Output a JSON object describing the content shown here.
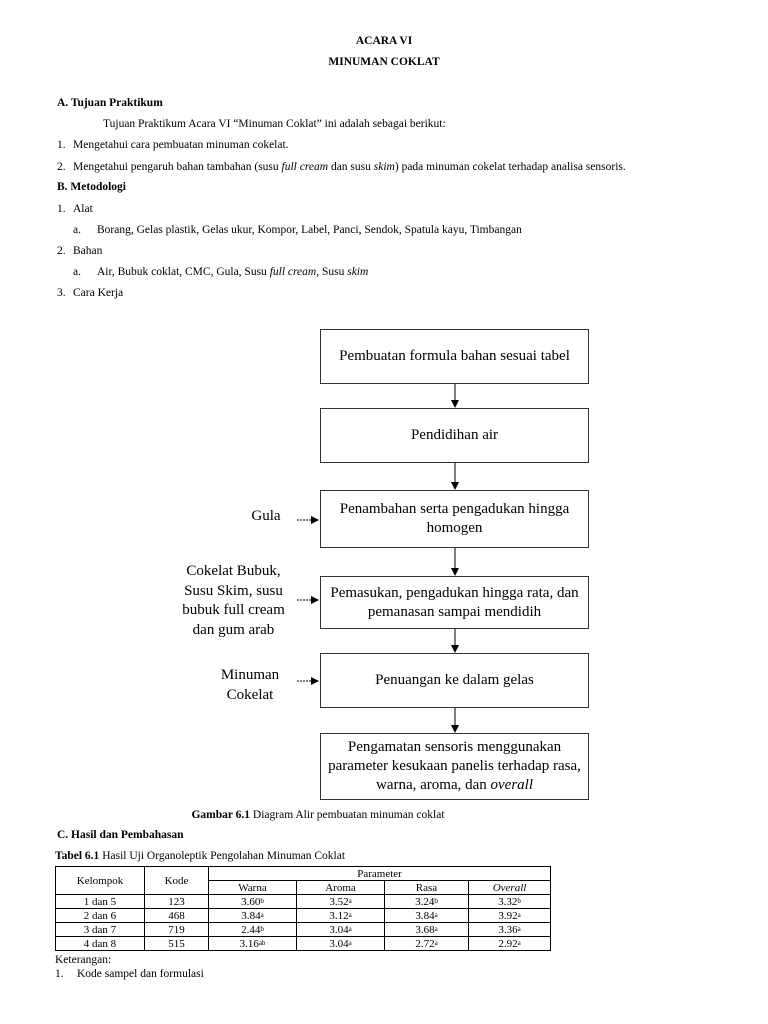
{
  "header": {
    "title": "ACARA VI",
    "subtitle": "MINUMAN COKLAT"
  },
  "section_a": {
    "heading": "A.  Tujuan Praktikum",
    "intro": "Tujuan Praktikum Acara VI “Minuman Coklat” ini adalah sebagai berikut:",
    "items": [
      {
        "num": "1.",
        "text": "Mengetahui cara pembuatan minuman cokelat."
      },
      {
        "num": "2.",
        "pre": "Mengetahui pengaruh bahan tambahan (susu ",
        "em1": "full cream",
        "mid": " dan susu ",
        "em2": "skim",
        "post": ") pada minuman cokelat terhadap analisa sensoris."
      }
    ]
  },
  "section_b": {
    "heading": "B.  Metodologi",
    "alat_num": "1.",
    "alat_label": "Alat",
    "alat_sub": "a.",
    "alat_text": "Borang, Gelas plastik, Gelas ukur, Kompor, Label, Panci, Sendok, Spatula kayu, Timbangan",
    "bahan_num": "2.",
    "bahan_label": "Bahan",
    "bahan_sub": "a.",
    "bahan_pre": "Air, Bubuk coklat, CMC, Gula, Susu ",
    "bahan_em1": "full cream,",
    "bahan_mid": " Susu ",
    "bahan_em2": "skim",
    "cara_num": "3.",
    "cara_label": "Cara Kerja"
  },
  "flowchart": {
    "boxes": [
      "Pembuatan formula bahan sesuai tabel",
      "Pendidihan air",
      "Penambahan serta pengadukan hingga homogen",
      "Pemasukan, pengadukan hingga rata, dan pemanasan sampai mendidih",
      "Penuangan ke dalam gelas"
    ],
    "last_box_pre": "Pengamatan sensoris menggunakan parameter kesukaan panelis terhadap rasa, warna, aroma, dan ",
    "last_box_em": "overall",
    "inputs": [
      "Gula",
      "Cokelat Bubuk, Susu Skim, susu bubuk full cream dan gum arab",
      "Minuman Cokelat"
    ],
    "caption_bold": "Gambar 6.1",
    "caption_text": " Diagram Alir pembuatan minuman coklat"
  },
  "section_c": {
    "heading": "C.  Hasil dan Pembahasan",
    "table_caption_bold": "Tabel 6.1",
    "table_caption_text": " Hasil Uji Organoleptik Pengolahan Minuman Coklat",
    "table": {
      "col_kelompok": "Kelompok",
      "col_kode": "Kode",
      "col_parameter": "Parameter",
      "params": [
        "Warna",
        "Aroma",
        "Rasa",
        "Overall"
      ],
      "rows": [
        {
          "kelompok": "1 dan 5",
          "kode": "123",
          "cells": [
            [
              "3.60",
              "b"
            ],
            [
              "3.52",
              "a"
            ],
            [
              "3.24",
              "b"
            ],
            [
              "3.32",
              "b"
            ]
          ]
        },
        {
          "kelompok": "2 dan 6",
          "kode": "468",
          "cells": [
            [
              "3.84",
              "a"
            ],
            [
              "3.12",
              "a"
            ],
            [
              "3.84",
              "a"
            ],
            [
              "3.92",
              "a"
            ]
          ]
        },
        {
          "kelompok": "3 dan 7",
          "kode": "719",
          "cells": [
            [
              "2.44",
              "b"
            ],
            [
              "3.04",
              "a"
            ],
            [
              "3.68",
              "a"
            ],
            [
              "3.36",
              "a"
            ]
          ]
        },
        {
          "kelompok": "4 dan 8",
          "kode": "515",
          "cells": [
            [
              "3.16",
              "ab"
            ],
            [
              "3.04",
              "a"
            ],
            [
              "2.72",
              "a"
            ],
            [
              "2.92",
              "a"
            ]
          ]
        }
      ]
    },
    "note_label": "Keterangan:",
    "note_num": "1.",
    "note_text": "Kode sampel dan formulasi"
  }
}
